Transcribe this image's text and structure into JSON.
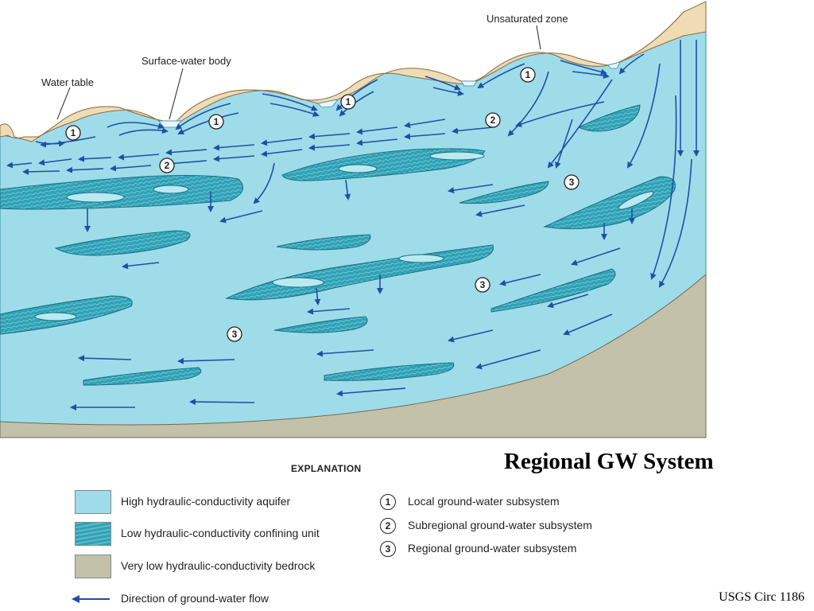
{
  "diagram": {
    "labels": {
      "unsaturated_zone": "Unsaturated zone",
      "surface_water_body": "Surface-water body",
      "water_table": "Water table"
    },
    "subsystem_markers": [
      "1",
      "2",
      "3"
    ]
  },
  "explanation": {
    "title": "EXPLANATION",
    "materials": [
      {
        "label": "High hydraulic-conductivity aquifer",
        "color": "#9fdcea"
      },
      {
        "label": "Low hydraulic-conductivity confining unit",
        "color": "#2fa2b6"
      },
      {
        "label": "Very low hydraulic-conductivity bedrock",
        "color": "#c4c1aa"
      }
    ],
    "flow_label": "Direction of ground-water flow",
    "subsystems": [
      {
        "number": "1",
        "label": "Local ground-water subsystem"
      },
      {
        "number": "2",
        "label": "Subregional ground-water subsystem"
      },
      {
        "number": "3",
        "label": "Regional ground-water subsystem"
      }
    ]
  },
  "slide": {
    "title": "Regional GW System",
    "credit": "USGS Circ 1186"
  },
  "colors": {
    "aquifer": "#9fdcea",
    "confining": "#2fa2b6",
    "bedrock": "#c4c1aa",
    "unsaturated": "#f0dcb4",
    "arrow": "#1f4fa6"
  }
}
